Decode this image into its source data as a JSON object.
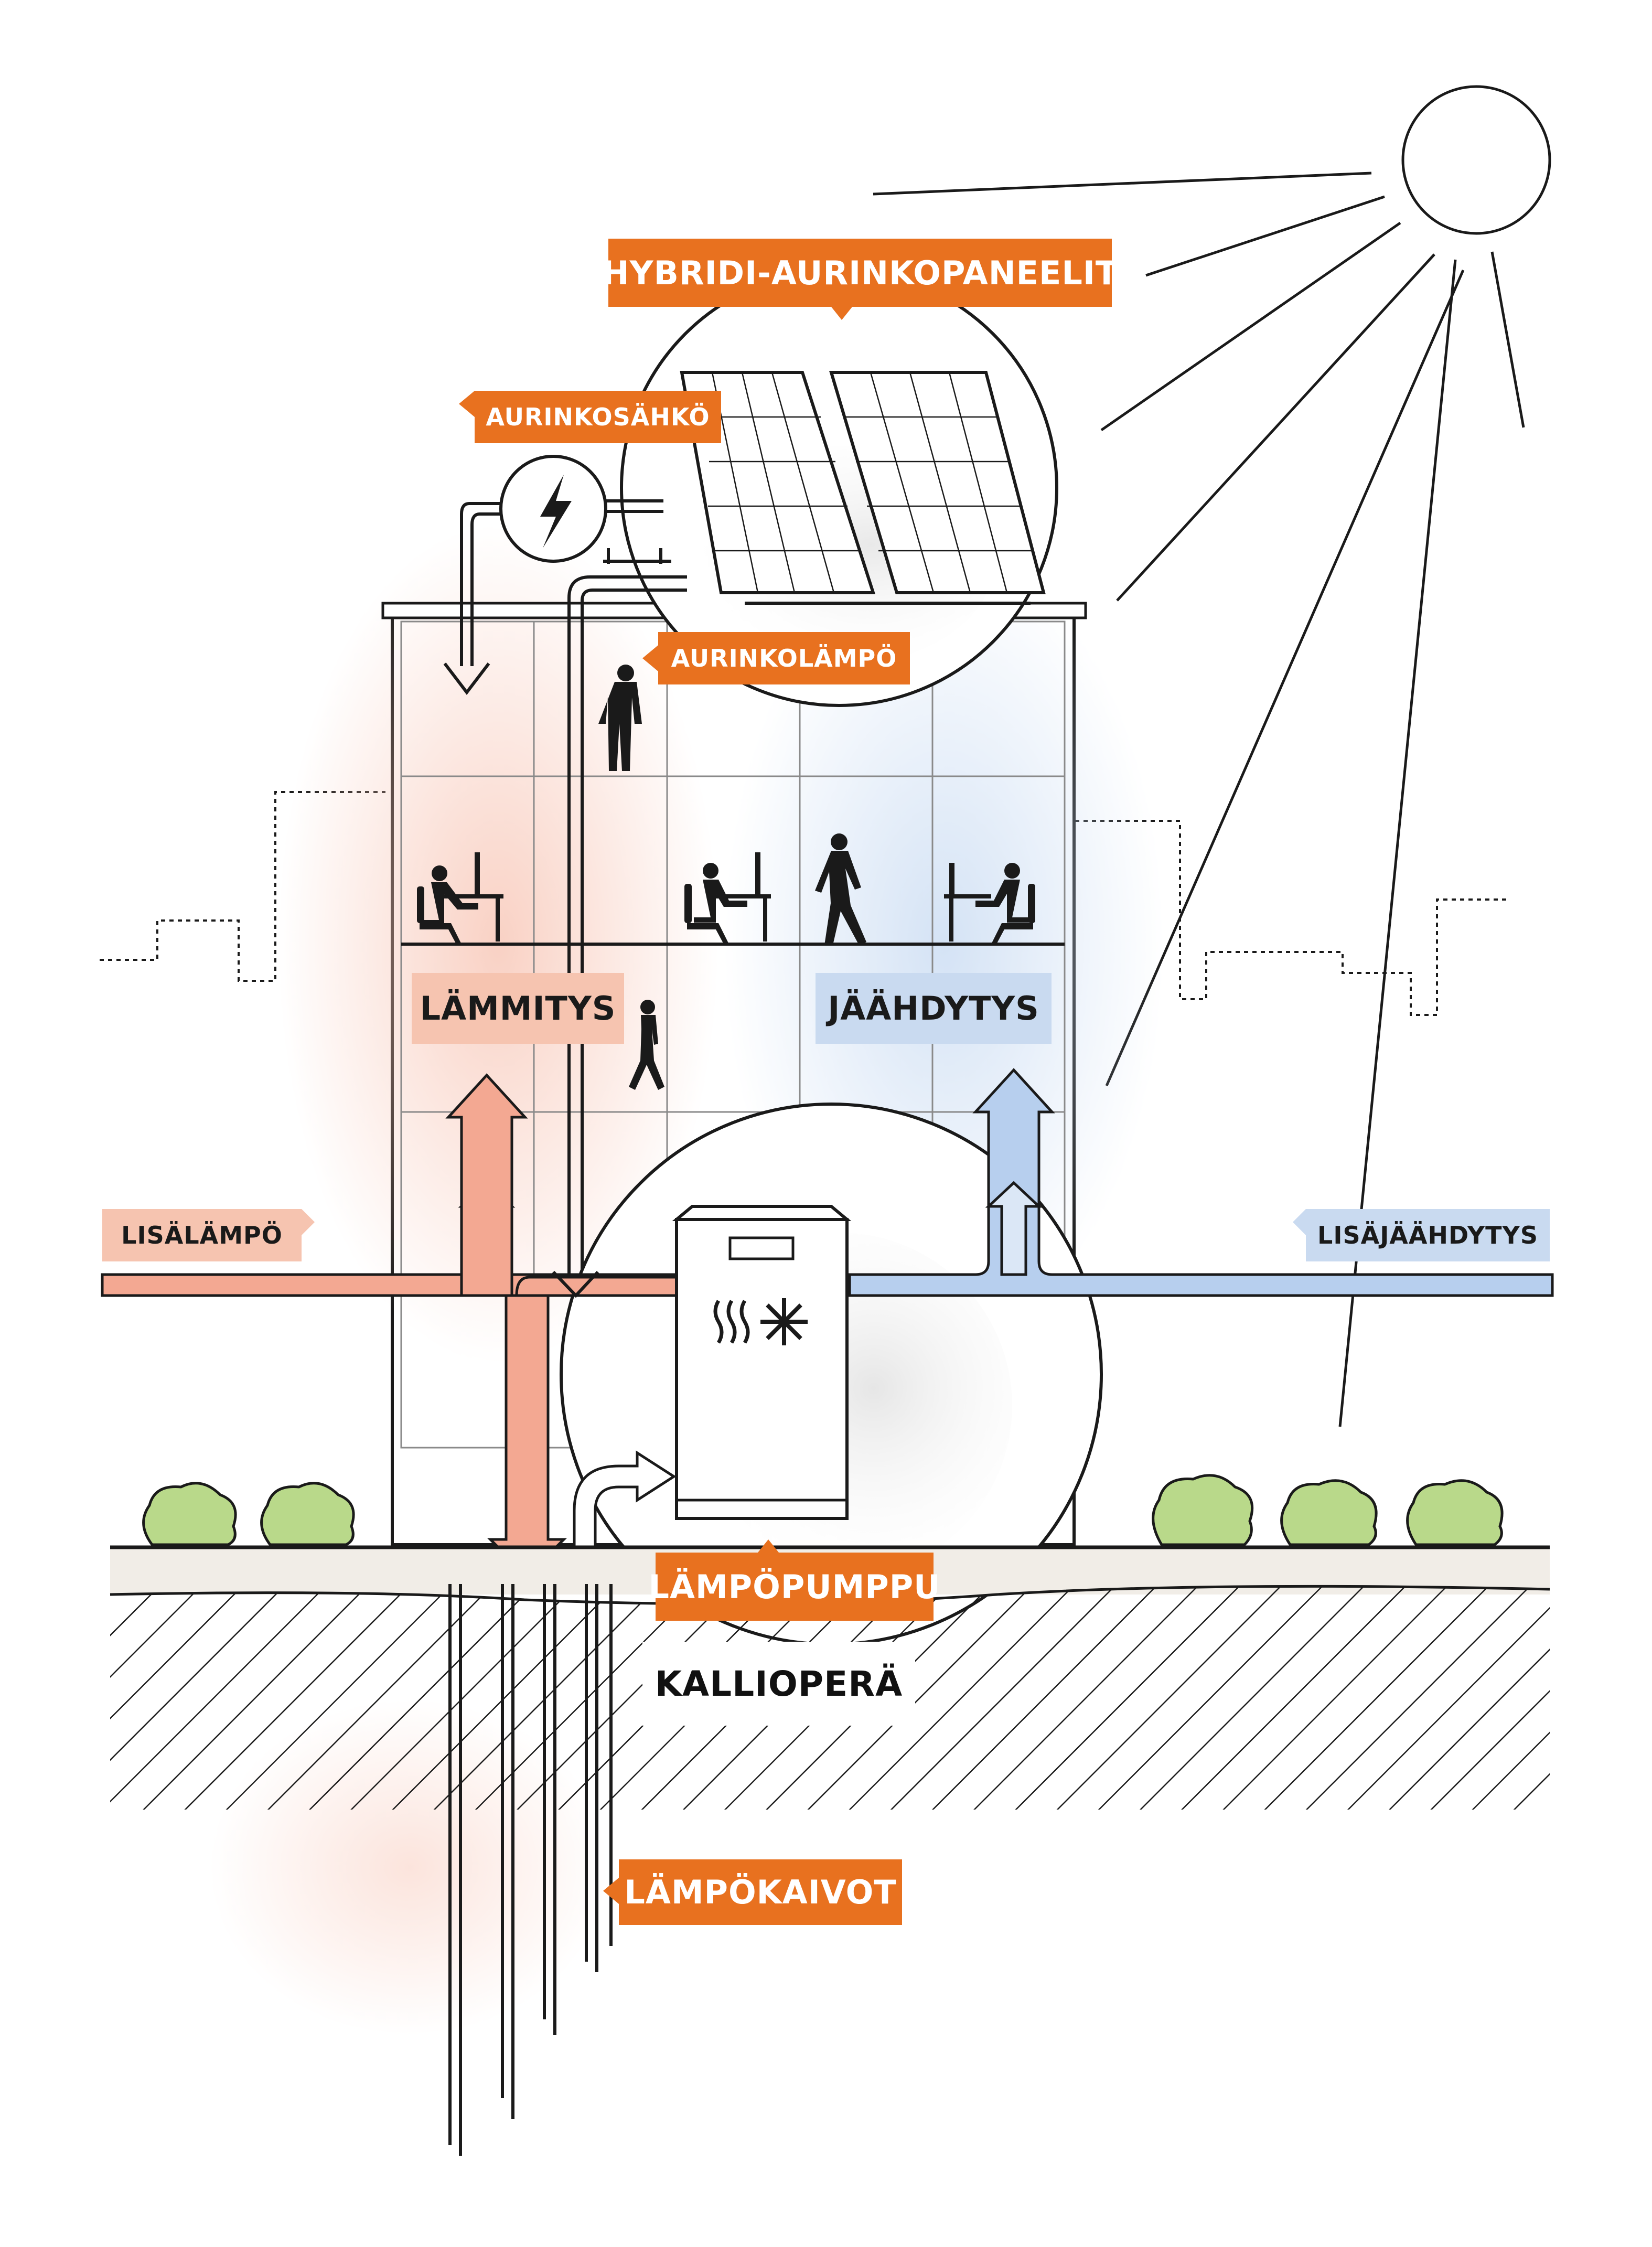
{
  "labels": {
    "hybrid_panels": "HYBRIDI-AURINKOPANEELIT",
    "solar_power": "AURINKOSÄHKÖ",
    "solar_heat": "AURINKOLÄMPÖ",
    "heating": "LÄMMITYS",
    "cooling": "JÄÄHDYTYS",
    "extra_heat": "LISÄLÄMPÖ",
    "extra_cooling": "LISÄJÄÄHDYTYS",
    "heat_pump": "LÄMPÖPUMPPU",
    "bedrock": "KALLIOPERÄ",
    "boreholes": "LÄMPÖKAIVOT"
  },
  "colors": {
    "accent_orange": "#e8711f",
    "heating_pink": "#f6c4b0",
    "heating_arrow": "#e8907a",
    "cooling_blue": "#c9daf0",
    "cooling_arrow": "#8fb6e3",
    "line": "#1a1a1a"
  },
  "icons": [
    "sun-icon",
    "lightning-icon",
    "solar-panel-icon",
    "heat-pump-icon",
    "heat-waves-icon",
    "snowflake-icon",
    "person-icon",
    "bush-icon"
  ]
}
